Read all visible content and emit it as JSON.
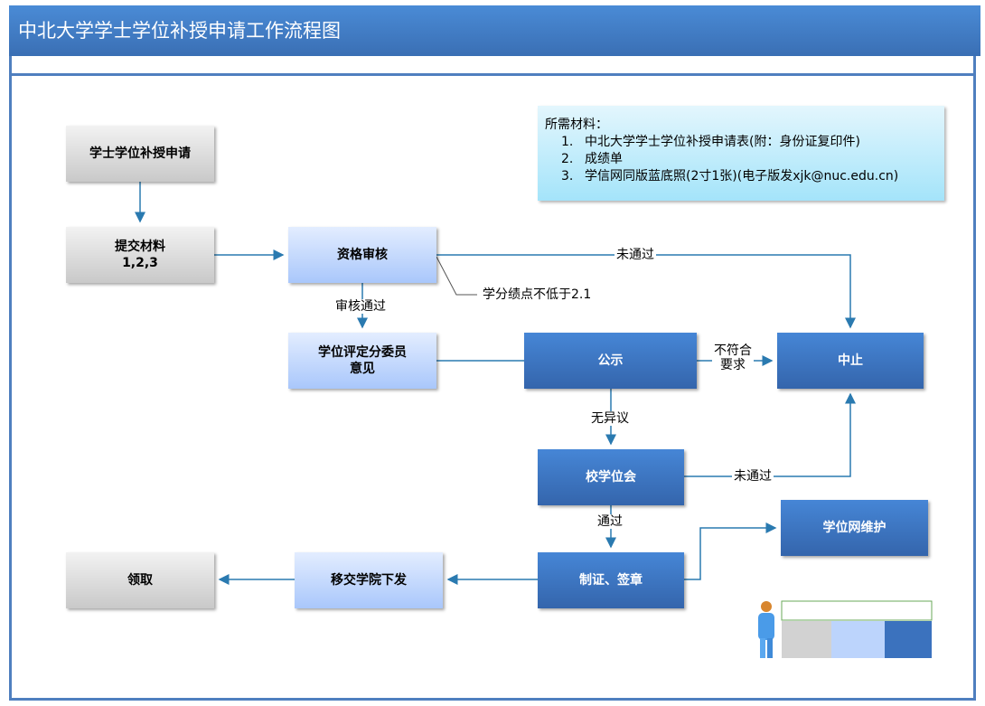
{
  "title": "中北大学学士学位补授申请工作流程图",
  "materials": {
    "heading": "所需材料：",
    "items": [
      {
        "num": "1.",
        "text": "中北大学学士学位补授申请表(附：身份证复印件)"
      },
      {
        "num": "2.",
        "text": "成绩单"
      },
      {
        "num": "3.",
        "text": "学信网同版蓝底照(2寸1张)(电子版发xjk@nuc.edu.cn)"
      }
    ]
  },
  "nodes": {
    "apply": "学士学位补授申请",
    "submit": "提交材料\n1,2,3",
    "qualify": "资格审核",
    "committee": "学位评定分委员\n意见",
    "publicize": "公示",
    "stop": "中止",
    "council": "校学位会",
    "network": "学位网维护",
    "certify": "制证、签章",
    "transfer": "移交学院下发",
    "receive": "领取"
  },
  "labels": {
    "fail1": "未通过",
    "gpa": "学分绩点不低于2.1",
    "passReview": "审核通过",
    "notMeet": "不符合\n要求",
    "noObjection": "无异议",
    "fail2": "未通过",
    "pass": "通过"
  },
  "colors": {
    "accent": "#4a8bd6",
    "dark": "#3a6fb4",
    "connector": "#2a7ab0"
  }
}
